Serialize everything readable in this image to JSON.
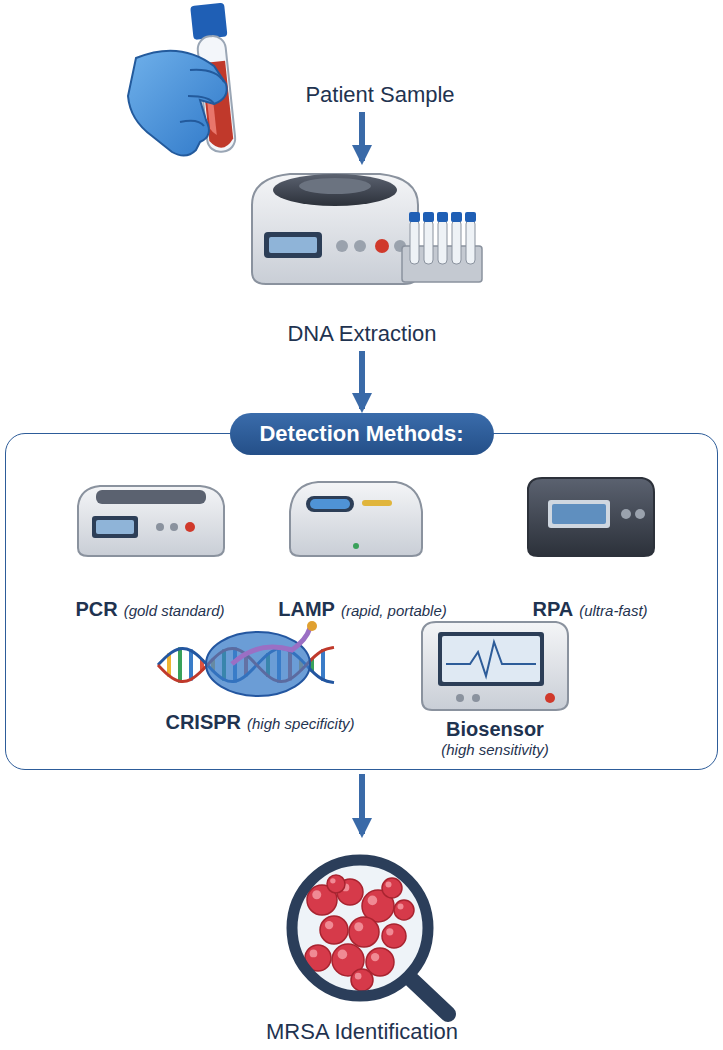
{
  "diagram": {
    "nodes": [
      {
        "text": [
          "Patient Sample"
        ]
      },
      {
        "text": [
          "DNA Extraction"
        ]
      },
      {
        "text": [
          "Detection Methods:"
        ]
      },
      {
        "text": [
          "PCR",
          "(gold standard)"
        ],
        "in": 2
      },
      {
        "text": [
          "LAMP",
          "(rapid, portable)"
        ],
        "in": 2
      },
      {
        "text": [
          "RPA",
          "(ultra-fast)"
        ],
        "in": 2
      },
      {
        "text": [
          "CRISPR",
          "(high specificity)"
        ],
        "in": 2
      },
      {
        "text": [
          "Biosensor",
          "(high sensitivity)"
        ],
        "in": 2
      },
      {
        "text": [
          "MRSA Identification"
        ]
      }
    ],
    "edges": [
      {
        "from": 0,
        "to": 1,
        "arrow": "to"
      },
      {
        "from": 1,
        "to": 2,
        "arrow": "to"
      },
      {
        "from": 2,
        "to": 8,
        "arrow": "to"
      }
    ]
  }
}
